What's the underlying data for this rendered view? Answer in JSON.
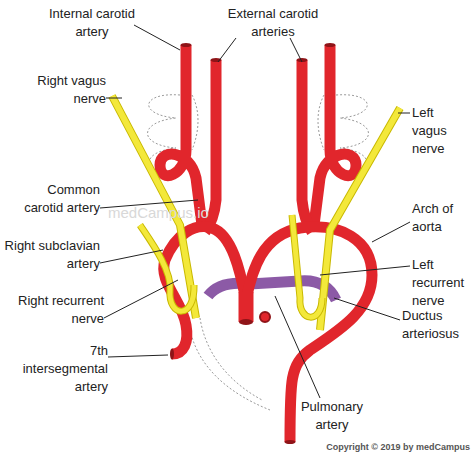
{
  "diagram": {
    "labels": [
      "Internal carotid artery",
      "External carotid arteries",
      "Right vagus nerve",
      "Left vagus nerve",
      "Common carotid artery",
      "medCampus.io",
      "Arch of aorta",
      "Right subclavian artery",
      "Left recurrent nerve",
      "Right recurrent nerve",
      "Ductus arteriosus",
      "7th intersegmental artery",
      "Pulmonary artery",
      "Copyright © 2019 by medCampus"
    ]
  }
}
